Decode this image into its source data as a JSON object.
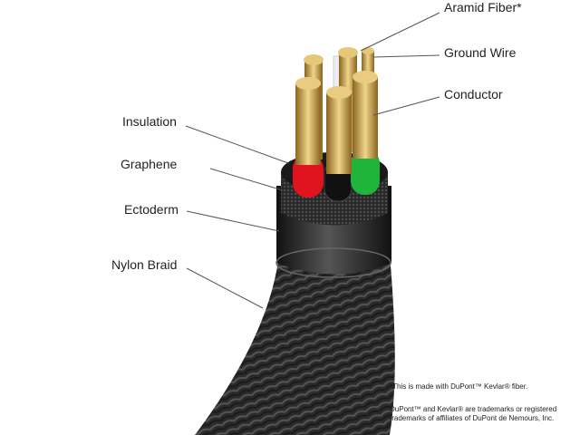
{
  "labels": {
    "aramid": "Aramid Fiber*",
    "ground": "Ground Wire",
    "conductor": "Conductor",
    "insulation": "Insulation",
    "graphene": "Graphene",
    "ectoderm": "Ectoderm",
    "nylon": "Nylon Braid"
  },
  "footnotes": {
    "kevlar": "*This is made with DuPont™ Kevlar® fiber.",
    "trademark_line1": "DuPont™ and Kevlar® are trademarks or registered",
    "trademark_line2": "trademarks of affiliates of DuPont de Nemours, Inc."
  },
  "colors": {
    "red": "#e0141e",
    "green": "#1fb53a",
    "black": "#111111",
    "copper": "#c9a24a",
    "braid": "#2a2a2a"
  }
}
